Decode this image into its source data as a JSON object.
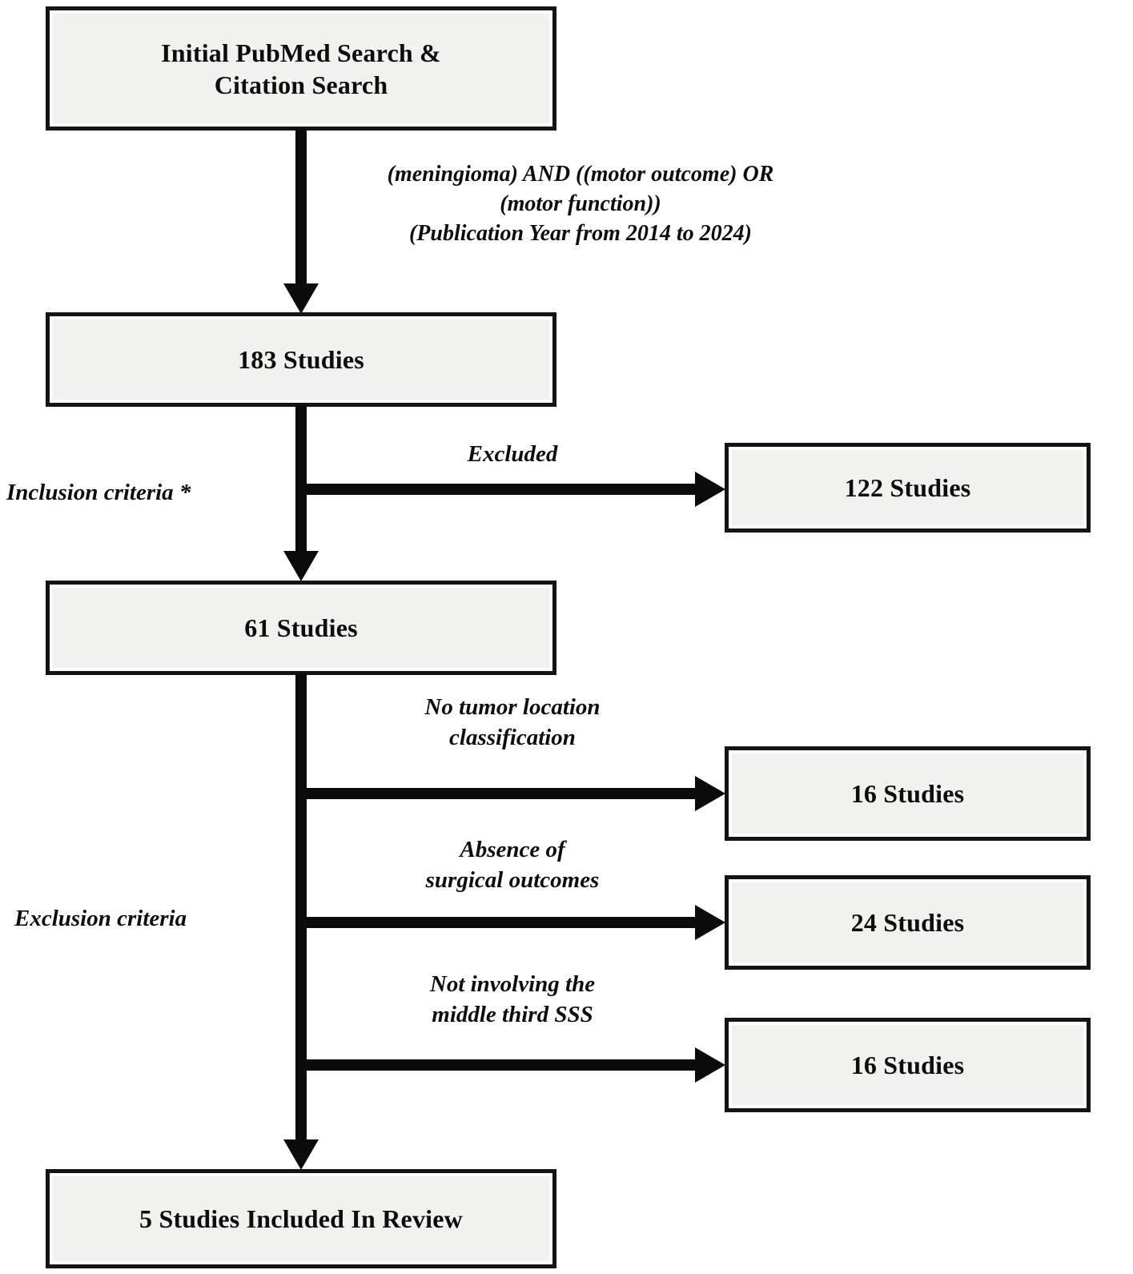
{
  "figure": {
    "type": "flowchart",
    "title_semantic": "Study selection flow diagram (PRISMA-style)",
    "colors": {
      "background": "#ffffff",
      "box_fill": "#f1f1ef",
      "box_border": "#141414",
      "line": "#0b0b0b",
      "text": "#0d0d0d"
    },
    "nodes": {
      "initial": {
        "label": "Initial PubMed Search &\nCitation Search"
      },
      "studies_183": {
        "label": "183 Studies"
      },
      "studies_122": {
        "label": "122 Studies"
      },
      "studies_61": {
        "label": "61 Studies"
      },
      "studies_16_a": {
        "label": "16 Studies"
      },
      "studies_24": {
        "label": "24 Studies"
      },
      "studies_16_b": {
        "label": "16 Studies"
      },
      "final": {
        "label": "5 Studies Included In Review"
      }
    },
    "labels": {
      "search_query": {
        "text": "(meningioma) AND ((motor outcome) OR\n(motor function))\n(Publication Year from 2014 to 2024)"
      },
      "excluded": {
        "text": "Excluded"
      },
      "inclusion_criteria": {
        "text": "Inclusion criteria *"
      },
      "exclusion_criteria": {
        "text": "Exclusion criteria"
      },
      "exclusion_reason_1": {
        "text": "No tumor location\nclassification"
      },
      "exclusion_reason_2": {
        "text": "Absence of\nsurgical outcomes"
      },
      "exclusion_reason_3": {
        "text": "Not involving the\nmiddle third SSS"
      }
    }
  }
}
